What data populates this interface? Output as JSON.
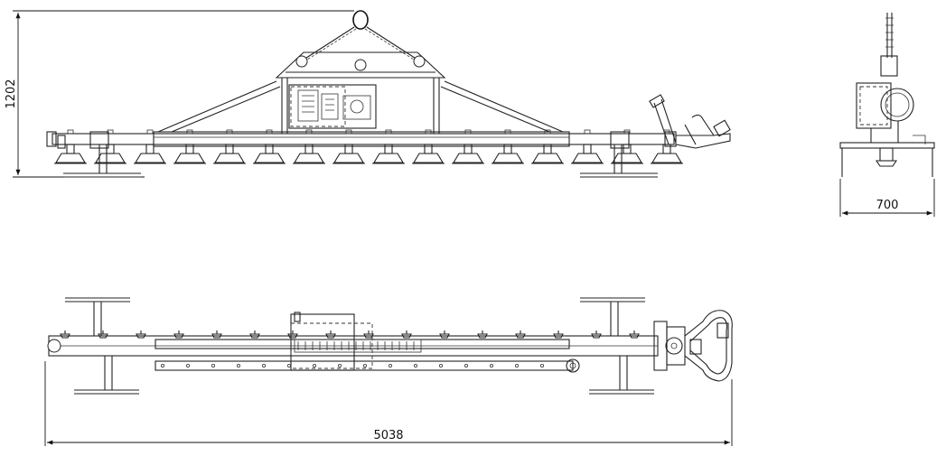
{
  "dimensions": {
    "height": "1202",
    "width_side": "700",
    "length": "5038"
  }
}
